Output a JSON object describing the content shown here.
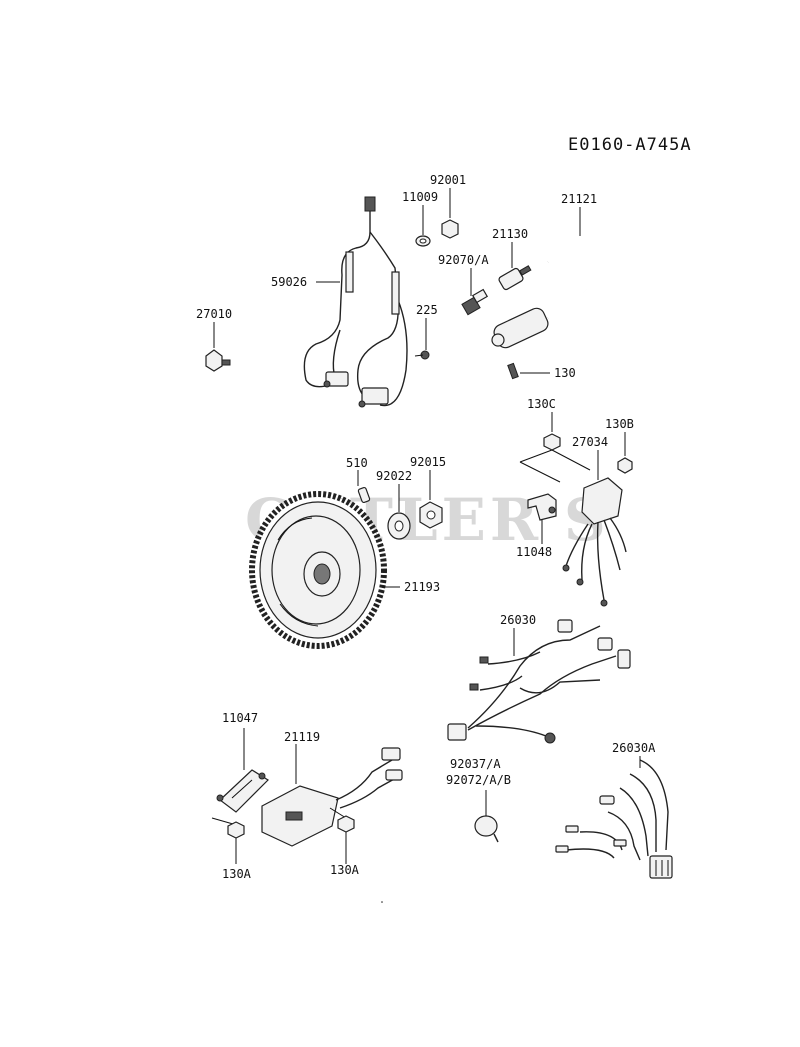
{
  "diagram_code": "E0160-A745A",
  "watermark": "CUTLER'S",
  "labels": {
    "p92001": "92001",
    "p11009": "11009",
    "p21121": "21121",
    "p21130": "21130",
    "p92070A": "92070/A",
    "p59026": "59026",
    "p27010": "27010",
    "p225": "225",
    "p130": "130",
    "p130C": "130C",
    "p130B": "130B",
    "p27034": "27034",
    "p510": "510",
    "p92015": "92015",
    "p92022": "92022",
    "p11048": "11048",
    "p21193": "21193",
    "p26030": "26030",
    "p11047": "11047",
    "p21119": "21119",
    "p92037A": "92037/A",
    "p92072AB": "92072/A/B",
    "p26030A": "26030A",
    "p130A_left": "130A",
    "p130A_right": "130A"
  }
}
